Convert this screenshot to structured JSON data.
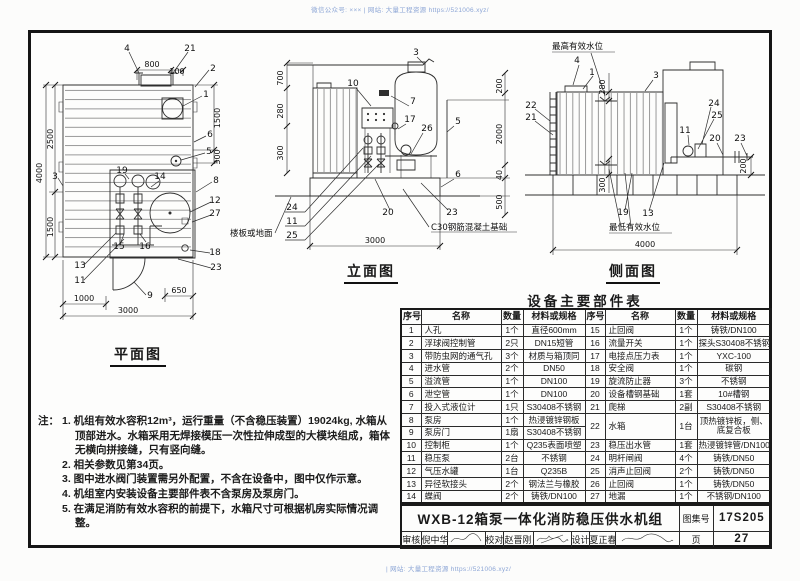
{
  "watermarks": {
    "top": "微信公众号: ××× | 网站: 大量工程资源 https://521006.xyz/",
    "bottom": "| 网站: 大量工程资源 https://521006.xyz/"
  },
  "plan_view": {
    "label": "平面图",
    "dims": {
      "top_800": "800",
      "top_100": "100",
      "left_4000": "4000",
      "left_2500": "2500",
      "left_1500": "1500",
      "right_1500": "1500",
      "right_300": "300",
      "bottom_1000": "1000",
      "bottom_650": "650",
      "bottom_3000": "3000"
    },
    "callouts": {
      "c4": "4",
      "c21": "21",
      "c2": "2",
      "c1": "1",
      "c6": "6",
      "c5": "5",
      "c3": "3",
      "c19": "19",
      "c14": "14",
      "c8": "8",
      "c12": "12",
      "c27": "27",
      "c15": "15",
      "c16": "16",
      "c18": "18",
      "c23": "23",
      "c13": "13",
      "c11": "11",
      "c9": "9"
    }
  },
  "elevation_view": {
    "label": "立面图",
    "dims": {
      "left_700": "700",
      "left_280": "280",
      "left_300": "300",
      "right_200": "200",
      "right_2000": "2000",
      "right_40": "40",
      "right_500": "500",
      "bottom_3000": "3000"
    },
    "callouts": {
      "c3": "3",
      "c10": "10",
      "c7": "7",
      "c17": "17",
      "c26": "26",
      "c5": "5",
      "c6": "6",
      "c24": "24",
      "c11": "11",
      "c25": "25",
      "c20": "20",
      "c23": "23"
    },
    "annotations": {
      "floor": "楼板或地面",
      "foundation": "C30钢筋混凝土基础"
    }
  },
  "side_view": {
    "label": "侧面图",
    "dims": {
      "d280": "280",
      "d300": "300",
      "d200": "200",
      "bottom_4000": "4000"
    },
    "callouts": {
      "c4": "4",
      "c1": "1",
      "c3": "3",
      "c22": "22",
      "c21": "21",
      "c24": "24",
      "c25": "25",
      "c11": "11",
      "c20": "20",
      "c23": "23",
      "c19": "19",
      "c13": "13"
    },
    "annotations": {
      "max_level": "最高有效水位",
      "min_level": "最低有效水位"
    }
  },
  "parts_table": {
    "title": "设备主要部件表",
    "headers": [
      "序号",
      "名称",
      "数量",
      "材料或规格",
      "序号",
      "名称",
      "数量",
      "材料或规格"
    ],
    "rows": [
      [
        "1",
        "人孔",
        "1个",
        "直径600mm",
        "15",
        "止回阀",
        "1个",
        "铸铁/DN100"
      ],
      [
        "2",
        "浮球阀控制管",
        "2只",
        "DN15短管",
        "16",
        "流量开关",
        "1个",
        "探头S30408不锈钢"
      ],
      [
        "3",
        "带防虫网的通气孔",
        "3个",
        "材质与箱顶同",
        "17",
        "电接点压力表",
        "1个",
        "YXC-100"
      ],
      [
        "4",
        "进水管",
        "2个",
        "DN50",
        "18",
        "安全阀",
        "1个",
        "碳钢"
      ],
      [
        "5",
        "溢流管",
        "1个",
        "DN100",
        "19",
        "旋流防止器",
        "3个",
        "不锈钢"
      ],
      [
        "6",
        "泄空管",
        "1个",
        "DN100",
        "20",
        "设备槽钢基础",
        "1套",
        "10#槽钢"
      ],
      [
        "7",
        "投入式液位计",
        "1只",
        "S30408不锈钢",
        "21",
        "爬梯",
        "2副",
        "S30408不锈钢"
      ],
      [
        "8",
        "泵房",
        "1个",
        "热浸镀锌钢板",
        "22",
        "水箱",
        "1台",
        "顶热镀锌板，侧、底复合板"
      ],
      [
        "9",
        "泵房门",
        "1扇",
        "S30408不锈钢"
      ],
      [
        "10",
        "控制柜",
        "1个",
        "Q235表面喷塑",
        "23",
        "稳压出水管",
        "1套",
        "热浸镀锌管/DN100"
      ],
      [
        "11",
        "稳压泵",
        "2台",
        "不锈钢",
        "24",
        "明杆闸阀",
        "4个",
        "铸铁/DN50"
      ],
      [
        "12",
        "气压水罐",
        "1台",
        "Q235B",
        "25",
        "消声止回阀",
        "2个",
        "铸铁/DN50"
      ],
      [
        "13",
        "异径软接头",
        "2个",
        "钢法兰与橡胶",
        "26",
        "止回阀",
        "1个",
        "铸铁/DN50"
      ],
      [
        "14",
        "蝶阀",
        "2个",
        "铸铁/DN100",
        "27",
        "地漏",
        "1个",
        "不锈钢/DN100"
      ]
    ]
  },
  "notes": {
    "prefix": "注：",
    "items": [
      "1. 机组有效水容积12m³，运行重量（不含稳压装置）19024kg, 水箱从顶部进水。水箱采用无焊接模压一次性拉伸成型的大模块组成，箱体无横向拼接缝，只有竖向缝。",
      "2. 相关参数见第34页。",
      "3. 图中进水阀门装置需另外配置，不含在设备中，图中仅作示意。",
      "4. 机组室内安装设备主要部件表不含泵房及泵房门。",
      "5. 在满足消防有效水容积的前提下，水箱尺寸可根据机房实际情况调整。"
    ]
  },
  "title_block": {
    "title": "WXB-12箱泵一体化消防稳压供水机组",
    "atlas_label": "图集号",
    "atlas_no": "17S205",
    "page_label": "页",
    "page_no": "27",
    "review_label": "审核",
    "reviewer": "倪中华",
    "check_label": "校对",
    "checker": "赵晋刚",
    "design_label": "设计",
    "designer": "夏正春"
  }
}
